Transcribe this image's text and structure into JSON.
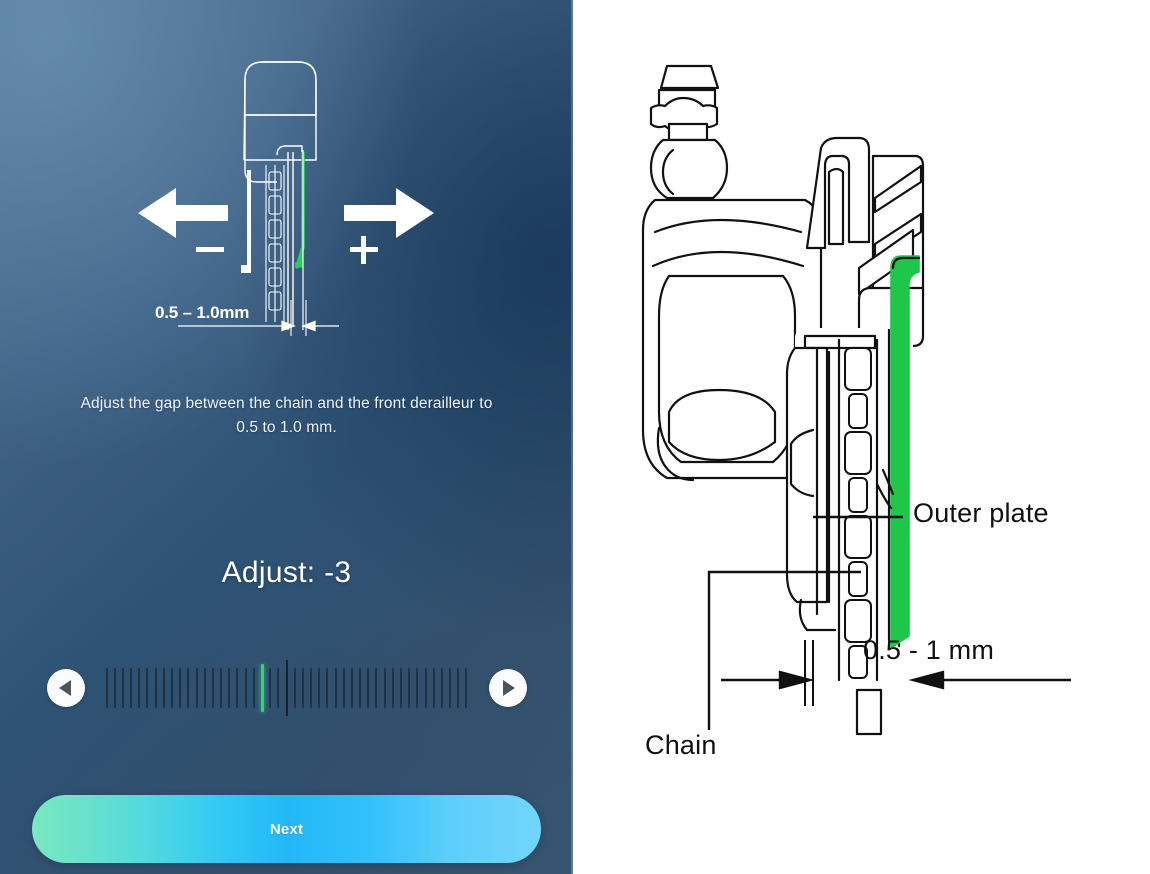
{
  "left_panel": {
    "diagram": {
      "name": "front-derailleur-gap-diagram",
      "dimension_label": "0.5 – 1.0mm",
      "minus_symbol": "–",
      "plus_symbol": "+",
      "left_arrow_name": "arrow-left-icon",
      "right_arrow_name": "arrow-right-icon",
      "highlight_color": "#2ecc5b"
    },
    "instruction_line1": "Adjust the gap between the chain and the front derailleur to",
    "instruction_line2": "0.5 to 1.0 mm.",
    "adjust_readout": "Adjust: -3",
    "adjust_value": -3,
    "slider": {
      "name": "adjust-slider",
      "tick_count": 45,
      "center_index": 22,
      "active_index": 19,
      "active_color": "#33d07a",
      "tick_color": "#1f3142",
      "center_marker_color": "#16222e",
      "decrement_icon": "triangle-left-icon",
      "increment_icon": "triangle-right-icon"
    },
    "next_button_label": "Next",
    "background_colors": {
      "top_left": "#50708E",
      "top_right": "#2E5274",
      "bottom": "#34506E"
    },
    "next_button_gradient": {
      "from": "#78e8bf",
      "mid": "#23b8f8",
      "to": "#72d5fb"
    }
  },
  "right_panel": {
    "name": "front-derailleur-technical-drawing",
    "labels": {
      "outer_plate": "Outer plate",
      "gap": "0.5 - 1 mm",
      "chain": "Chain"
    },
    "highlight_color": "#1fc64a",
    "line_color": "#111111",
    "background": "#ffffff"
  }
}
